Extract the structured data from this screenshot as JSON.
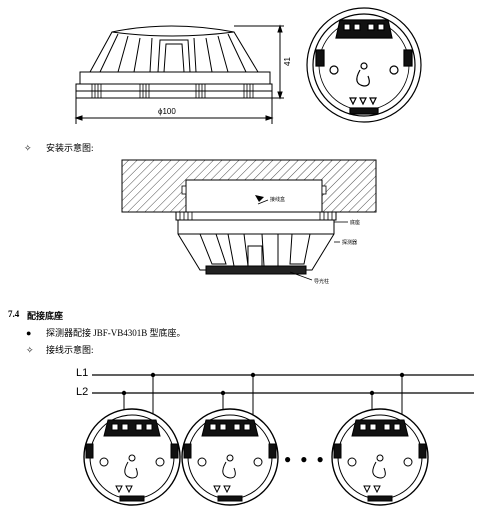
{
  "top_figure": {
    "dimension_width": "ϕ100",
    "dimension_height": "41"
  },
  "install_caption": {
    "bullet": "✧",
    "text": "安装示意图:"
  },
  "install_figure": {
    "label_box": "接线盒",
    "label_base": "底座",
    "label_detector": "探测器",
    "label_light": "导光柱"
  },
  "section": {
    "number": "7.4",
    "title": "配接底座"
  },
  "items": [
    {
      "bullet": "●",
      "text": "探测器配接 JBF-VB4301B 型底座。"
    },
    {
      "bullet": "✧",
      "text": "接线示意图:"
    }
  ],
  "wiring": {
    "line1": "L1",
    "line2": "L2",
    "ellipsis": "● ● ●"
  }
}
